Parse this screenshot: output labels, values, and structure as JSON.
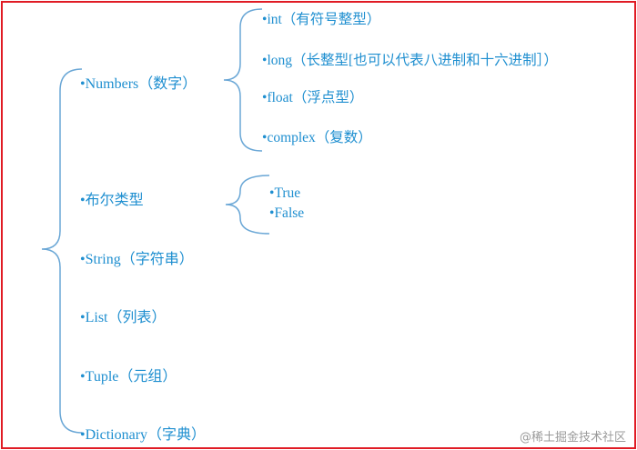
{
  "diagram": {
    "colors": {
      "text": "#1f8fd0",
      "bracket": "#6aa7d6",
      "frame": "#e01b24",
      "watermark": "#9a9a9a"
    },
    "bullet": "•",
    "root_items": [
      "Numbers（数字）",
      "布尔类型",
      "String（字符串）",
      "List（列表）",
      "Tuple（元组）",
      "Dictionary（字典）"
    ],
    "numbers_items": [
      "int（有符号整型）",
      "long（长整型[也可以代表八进制和十六进制］）",
      "float（浮点型）",
      "complex（复数）"
    ],
    "boolean_items": [
      "True",
      "False"
    ]
  },
  "watermark": "@稀土掘金技术社区"
}
